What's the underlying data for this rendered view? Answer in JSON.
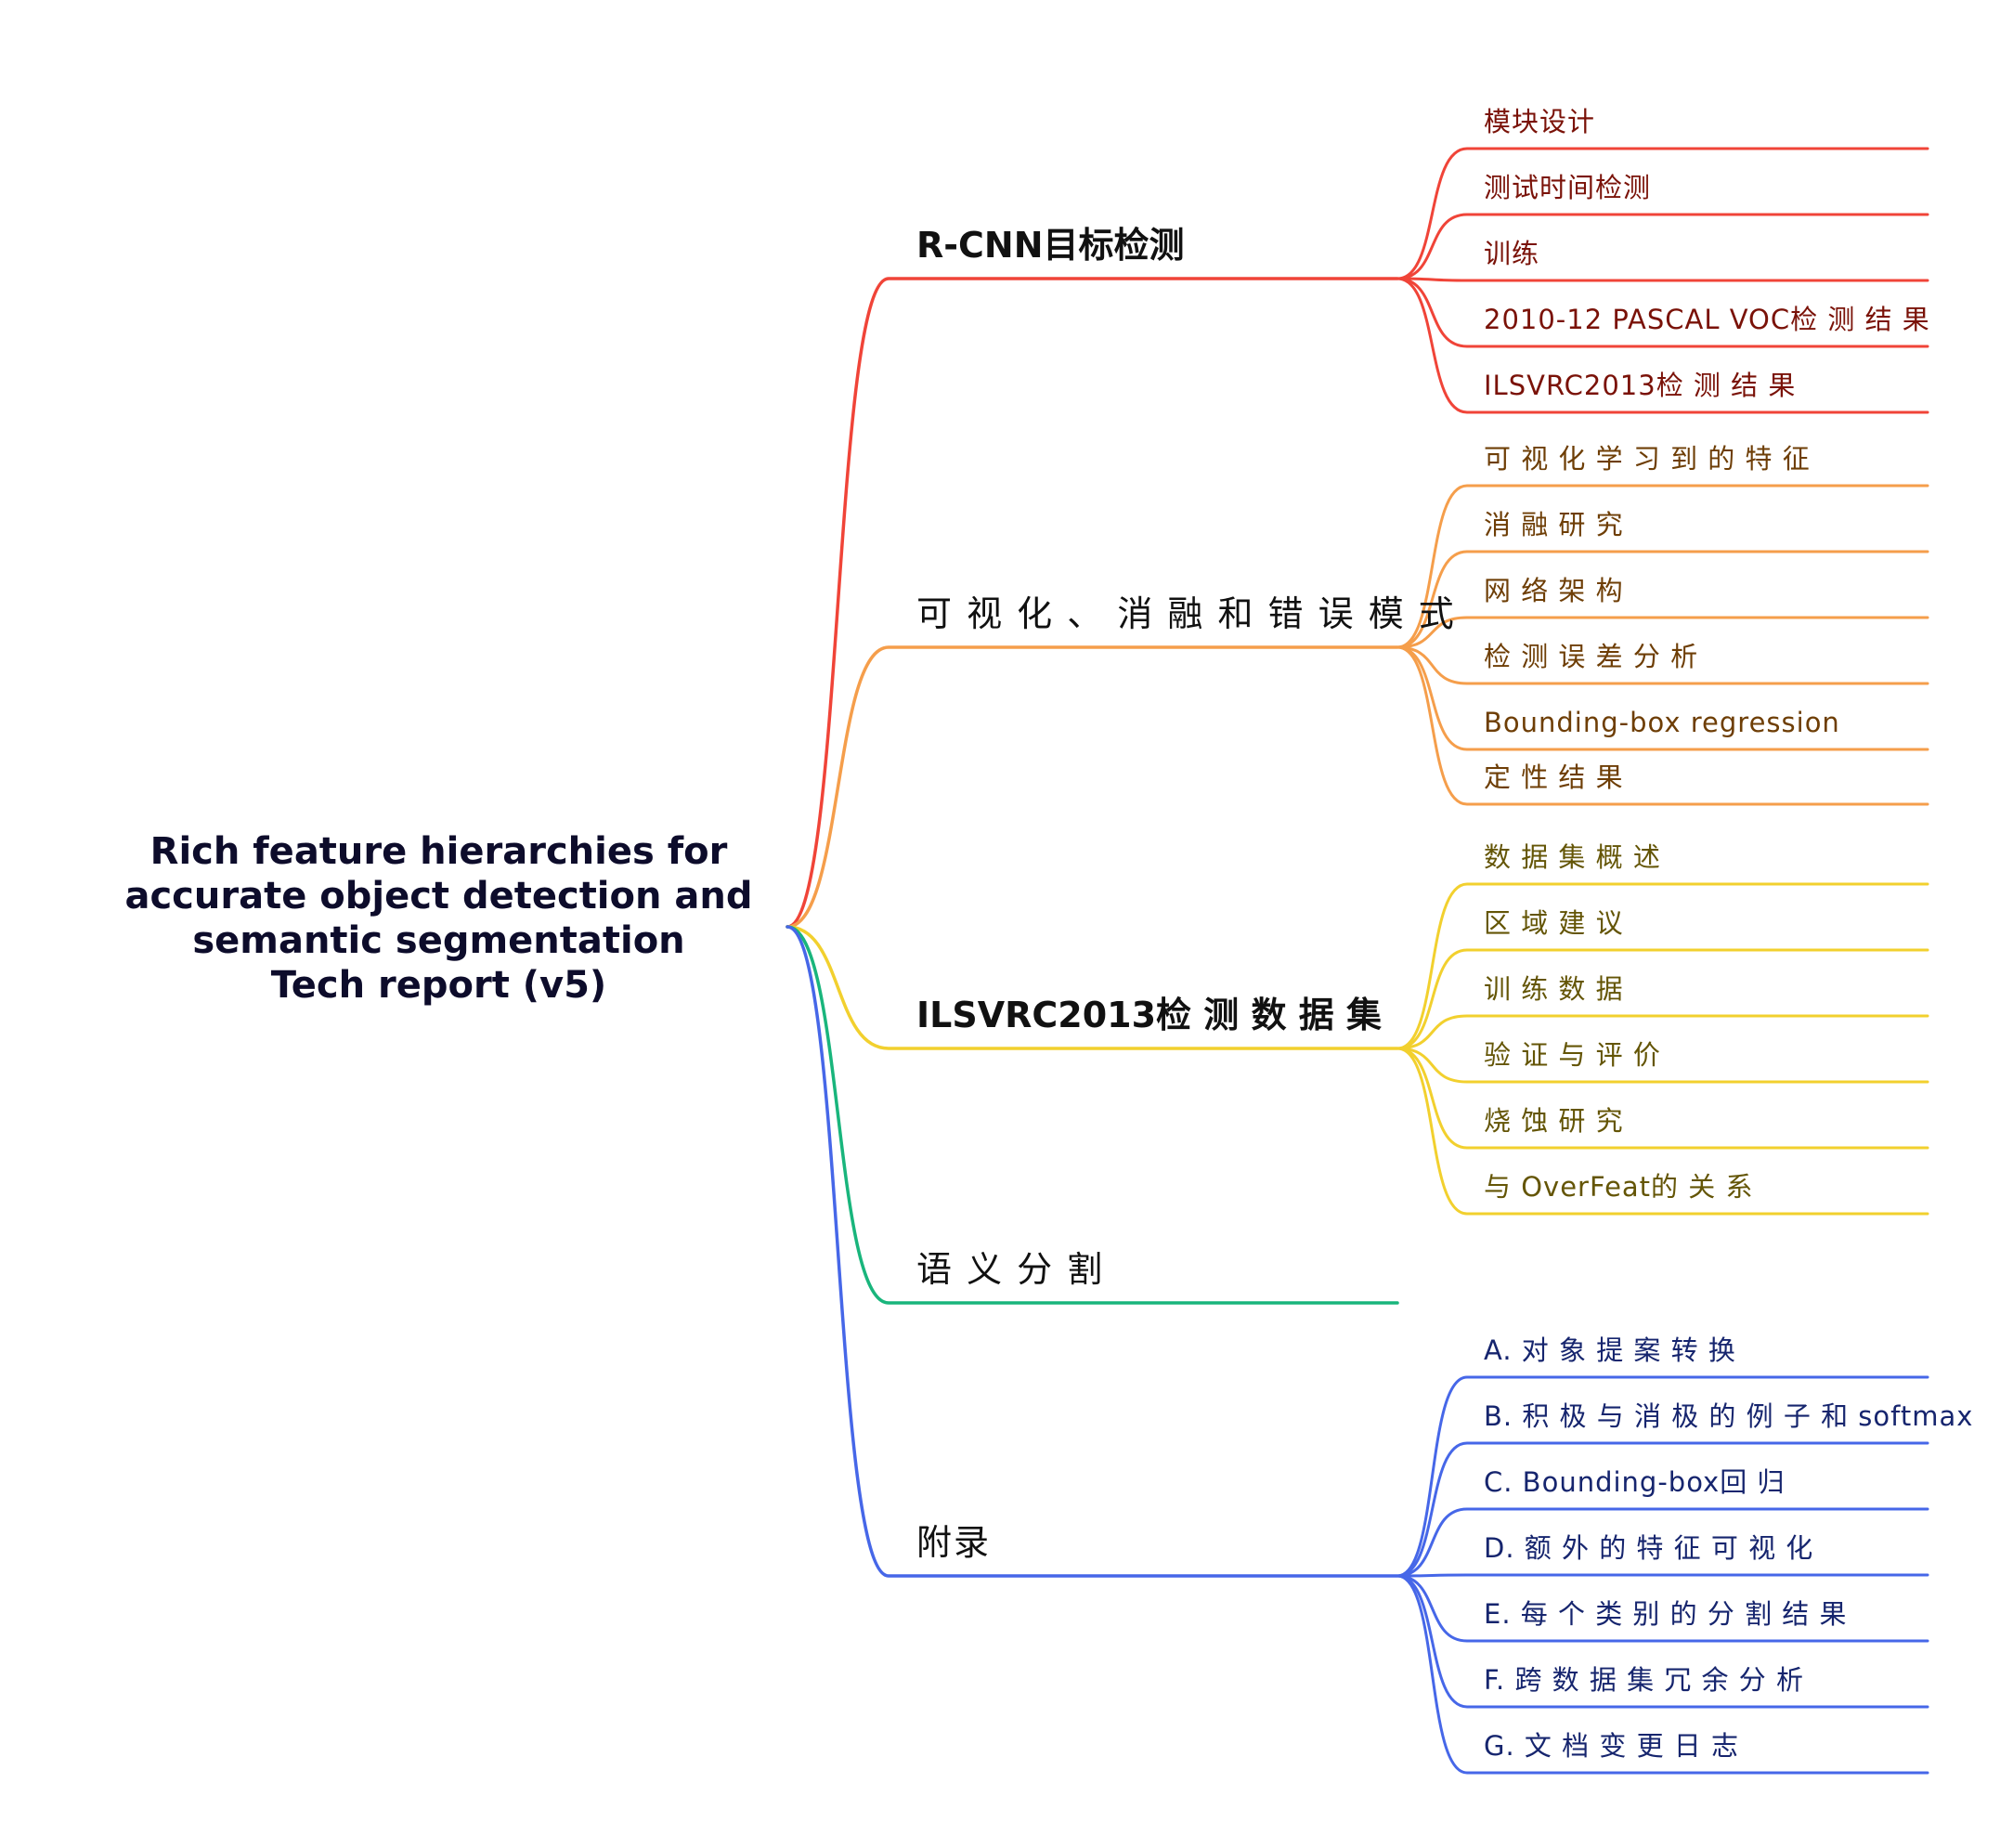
{
  "root": {
    "lines": [
      "Rich feature hierarchies for",
      "accurate object detection and",
      "semantic segmentation",
      "Tech report (v5)"
    ]
  },
  "colors": {
    "red": "#f04438",
    "orange": "#f59e4b",
    "yellow": "#f2d02e",
    "green": "#19b57c",
    "blue": "#4667e8",
    "red_text": "#7a1208",
    "orange_text": "#6e3e06",
    "yellow_text": "#645506",
    "blue_text": "#16256e"
  },
  "branches": [
    {
      "label": "R-CNN目标检测",
      "color": "red",
      "leaves": [
        "模块设计",
        "测试时间检测",
        "训练",
        "2010-12 PASCAL VOC检 测 结 果",
        "ILSVRC2013检 测 结 果"
      ]
    },
    {
      "label": "可 视 化 、 消 融 和 错 误 模 式",
      "color": "orange",
      "leaves": [
        "可 视 化 学 习 到 的 特 征",
        "消 融 研 究",
        "网 络 架 构",
        "检 测 误 差 分 析",
        "Bounding-box regression",
        "定 性 结 果"
      ]
    },
    {
      "label": "ILSVRC2013检 测 数 据 集",
      "color": "yellow",
      "leaves": [
        "数 据 集 概 述",
        "区 域 建 议",
        "训 练 数 据",
        "验 证 与 评 价",
        "烧 蚀 研 究",
        "与 OverFeat的 关 系"
      ]
    },
    {
      "label": "语 义 分 割",
      "color": "green",
      "leaves": []
    },
    {
      "label": "附录",
      "color": "blue",
      "leaves": [
        "A. 对 象 提 案 转 换",
        "B. 积 极 与 消 极 的 例 子 和 softmax",
        "C. Bounding-box回 归",
        "D. 额 外 的 特 征 可 视 化",
        "E. 每 个 类 别 的 分 割 结 果",
        "F. 跨 数 据 集 冗 余 分 析",
        "G. 文 档 变 更 日 志"
      ]
    }
  ]
}
